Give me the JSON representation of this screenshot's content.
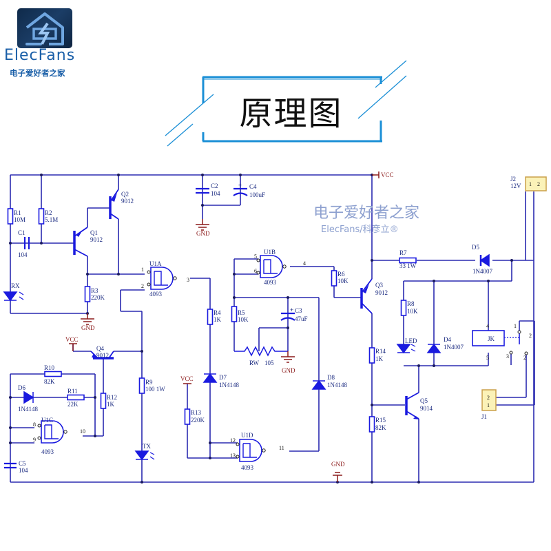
{
  "logo": {
    "brand": "ElecFans",
    "subtitle": "电子爱好者之家"
  },
  "title": "原理图",
  "watermark": {
    "line1": "电子爱好者之家",
    "line2": "ElecFans/科彦立®"
  },
  "colors": {
    "wire": "#2a2ab0",
    "component": "#1a1adf",
    "power": "#8b1a1a",
    "title_frame": "#1b8fd6",
    "connector_fill": "#fbf2b8"
  },
  "power": {
    "vcc": "VCC",
    "gnd": "GND"
  },
  "components": {
    "R1": {
      "ref": "R1",
      "value": "10M"
    },
    "R2": {
      "ref": "R2",
      "value": "5.1M"
    },
    "C1": {
      "ref": "C1",
      "value": "104"
    },
    "Q1": {
      "ref": "Q1",
      "value": "9012"
    },
    "Q2": {
      "ref": "Q2",
      "value": "9012"
    },
    "RX": {
      "ref": "RX",
      "value": ""
    },
    "R3": {
      "ref": "R3",
      "value": "220K"
    },
    "C2": {
      "ref": "C2",
      "value": "104"
    },
    "C4": {
      "ref": "C4",
      "value": "100uF"
    },
    "U1A": {
      "ref": "U1A",
      "value": "4093",
      "pins": [
        "1",
        "2",
        "3"
      ]
    },
    "U1B": {
      "ref": "U1B",
      "value": "4093",
      "pins": [
        "5",
        "6",
        "4"
      ]
    },
    "U1C": {
      "ref": "U1C",
      "value": "4093",
      "pins": [
        "8",
        "9",
        "10"
      ]
    },
    "U1D": {
      "ref": "U1D",
      "value": "4093",
      "pins": [
        "12",
        "13",
        "11"
      ]
    },
    "Q4": {
      "ref": "Q4",
      "value": "9012"
    },
    "R10": {
      "ref": "R10",
      "value": "82K"
    },
    "D6": {
      "ref": "D6",
      "value": "1N4148"
    },
    "R11": {
      "ref": "R11",
      "value": "22K"
    },
    "R12": {
      "ref": "R12",
      "value": "1K"
    },
    "C5": {
      "ref": "C5",
      "value": "104"
    },
    "R9": {
      "ref": "R9",
      "value": "100 1W"
    },
    "TX": {
      "ref": "TX",
      "value": ""
    },
    "R4": {
      "ref": "R4",
      "value": "1K"
    },
    "R5": {
      "ref": "R5",
      "value": "10K"
    },
    "R6": {
      "ref": "R6",
      "value": "10K"
    },
    "C3": {
      "ref": "C3",
      "value": "47uF"
    },
    "RW": {
      "ref": "RW",
      "value": "105"
    },
    "D7": {
      "ref": "D7",
      "value": "1N4148"
    },
    "D8": {
      "ref": "D8",
      "value": "1N4148"
    },
    "R13": {
      "ref": "R13",
      "value": "220K"
    },
    "Q3": {
      "ref": "Q3",
      "value": "9012"
    },
    "R7": {
      "ref": "R7",
      "value": "33 1W"
    },
    "D5": {
      "ref": "D5",
      "value": "1N4007"
    },
    "R8": {
      "ref": "R8",
      "value": "10K"
    },
    "LED": {
      "ref": "LED",
      "value": ""
    },
    "D4": {
      "ref": "D4",
      "value": "1N4007"
    },
    "R14": {
      "ref": "R14",
      "value": "1K"
    },
    "R15": {
      "ref": "R15",
      "value": "82K"
    },
    "Q5": {
      "ref": "Q5",
      "value": "9014"
    },
    "JK": {
      "ref": "JK",
      "value": "",
      "pins": [
        "4",
        "5",
        "1",
        "2",
        "3",
        "2"
      ]
    },
    "J1": {
      "ref": "J1",
      "value": "",
      "pins": [
        "2",
        "1"
      ]
    },
    "J2": {
      "ref": "J2",
      "value": "12V",
      "pins": [
        "1",
        "2"
      ]
    }
  }
}
